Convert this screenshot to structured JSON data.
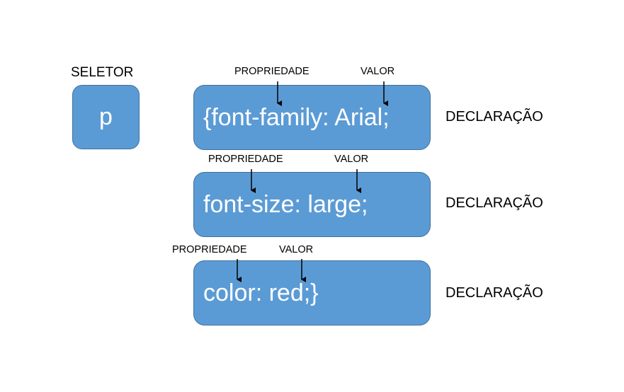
{
  "selector": {
    "title": "SELETOR",
    "value": "p"
  },
  "declarations": [
    {
      "code": "{font-family: Arial;",
      "property_label": "PROPRIEDADE",
      "value_label": "VALOR",
      "side_label": "DECLARAÇÃO"
    },
    {
      "code": "font-size: large;",
      "property_label": "PROPRIEDADE",
      "value_label": "VALOR",
      "side_label": "DECLARAÇÃO"
    },
    {
      "code": "color: red;}",
      "property_label": "PROPRIEDADE",
      "value_label": "VALOR",
      "side_label": "DECLARAÇÃO"
    }
  ],
  "colors": {
    "box_fill": "#5b9bd5",
    "box_border": "#41719c",
    "box_text": "#ffffff",
    "label_text": "#000000"
  }
}
